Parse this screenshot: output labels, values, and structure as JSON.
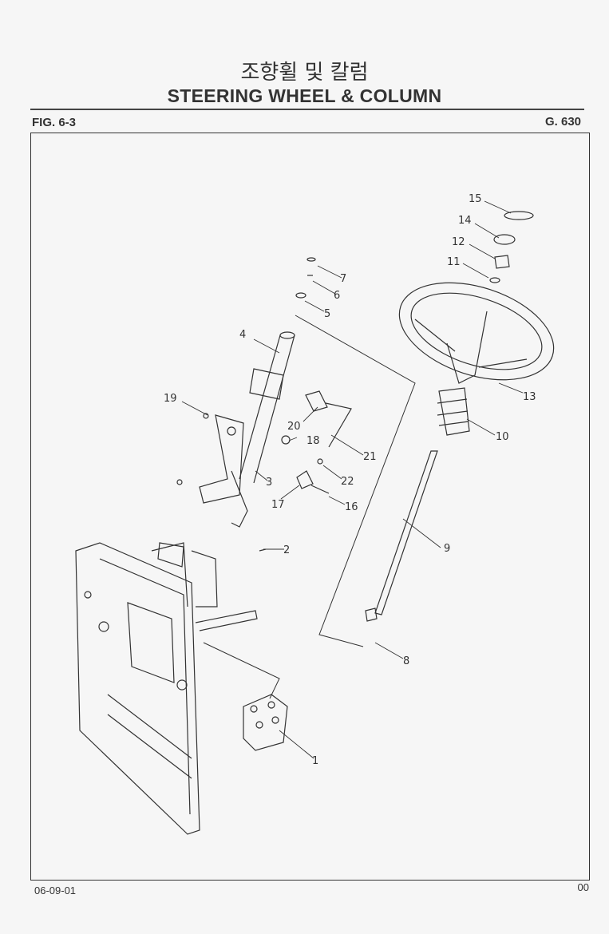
{
  "header": {
    "title_korean": "조향휠 및 칼럼",
    "title_english": "STEERING WHEEL & COLUMN",
    "figure_number": "FIG. 6-3",
    "group_code": "G. 630"
  },
  "diagram": {
    "callouts": [
      "1",
      "2",
      "3",
      "4",
      "5",
      "6",
      "7",
      "8",
      "9",
      "10",
      "11",
      "12",
      "13",
      "14",
      "15",
      "16",
      "17",
      "18",
      "19",
      "20",
      "21",
      "22"
    ]
  },
  "footer": {
    "date": "06-09-01",
    "page": "00"
  }
}
